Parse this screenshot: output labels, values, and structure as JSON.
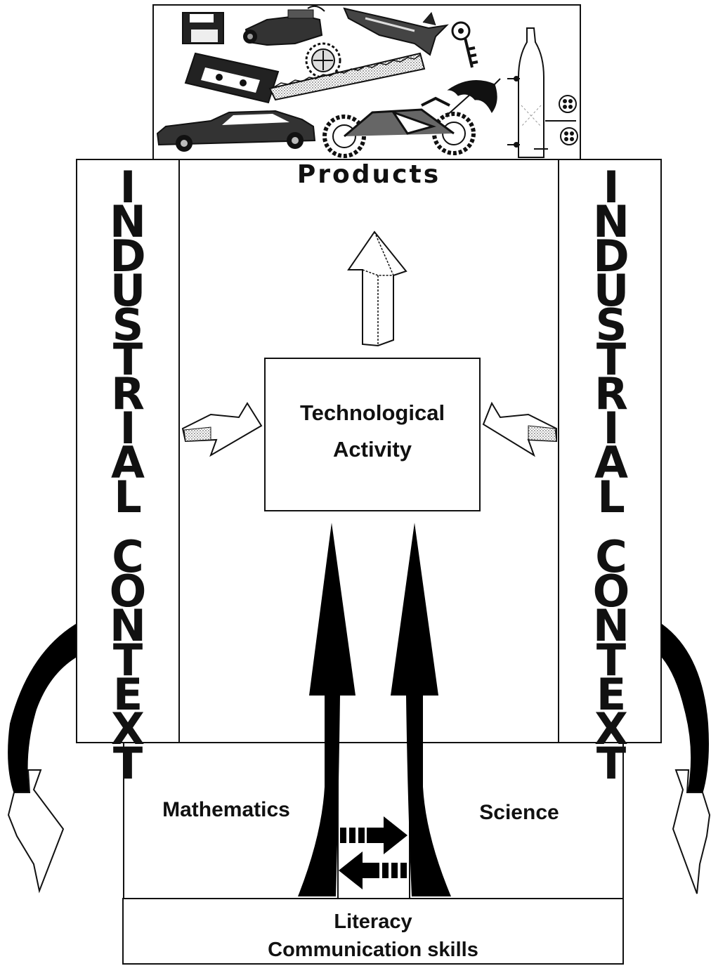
{
  "products_label": "Products",
  "activity_label": [
    "Technological",
    "Activity"
  ],
  "context_label": "INDUSTRIAL CONTEXT",
  "subjects": {
    "left": "Mathematics",
    "right": "Science"
  },
  "foundation": [
    "Literacy",
    "Communication skills"
  ],
  "icons": [
    "floppy-disk-icon",
    "video-camera-icon",
    "space-shuttle-icon",
    "key-icon",
    "cassette-icon",
    "gear-icon",
    "saw-icon",
    "car-icon",
    "motorcycle-icon",
    "umbrella-icon",
    "bottle-icon",
    "film-reel-icon"
  ]
}
